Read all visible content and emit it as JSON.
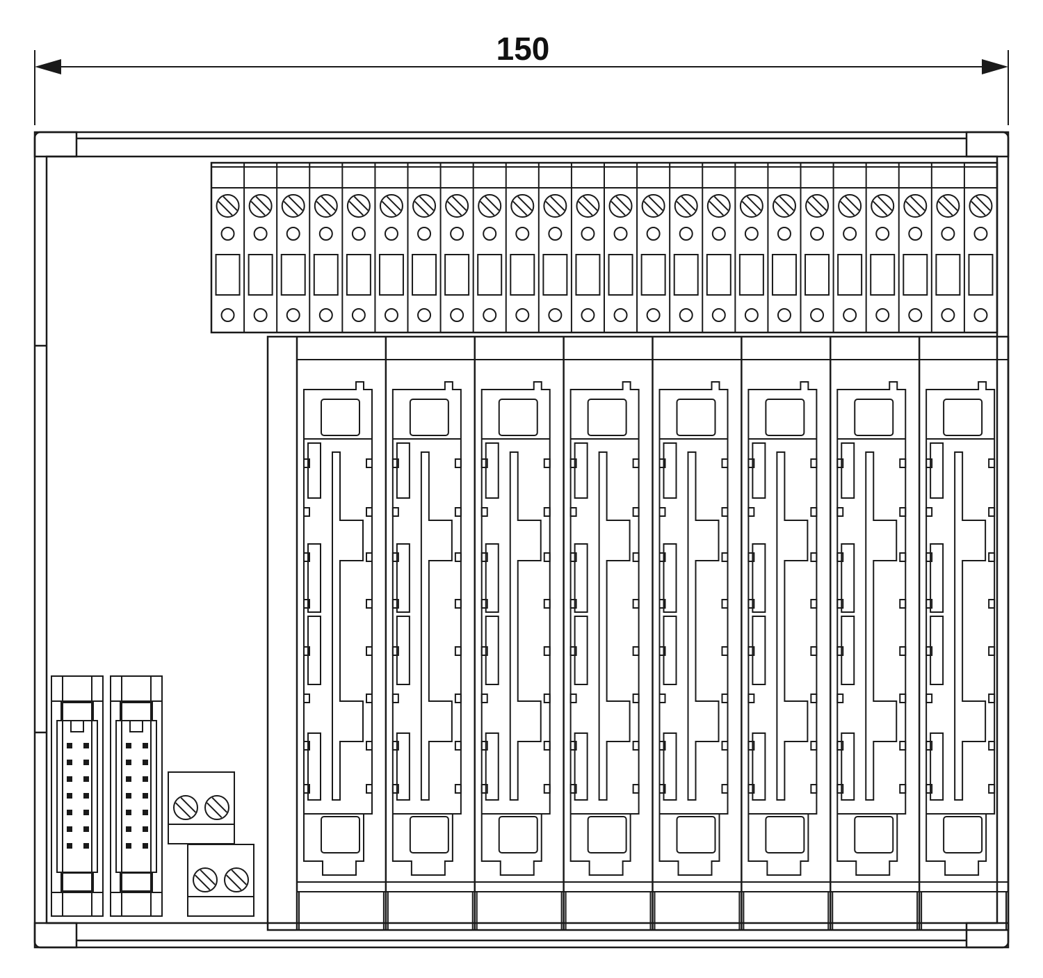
{
  "dimension": {
    "value": "150"
  },
  "counts": {
    "top_terminals": 24,
    "relay_slots": 8,
    "ribbon_connectors": 2,
    "ribbon_pin_rows": 7,
    "power_blocks": 2
  },
  "colors": {
    "line": "#1a1a1a",
    "background": "#ffffff",
    "text": "#111111"
  },
  "icons": {
    "arrow": "dimension-arrow-icon",
    "screw": "screw-icon"
  }
}
